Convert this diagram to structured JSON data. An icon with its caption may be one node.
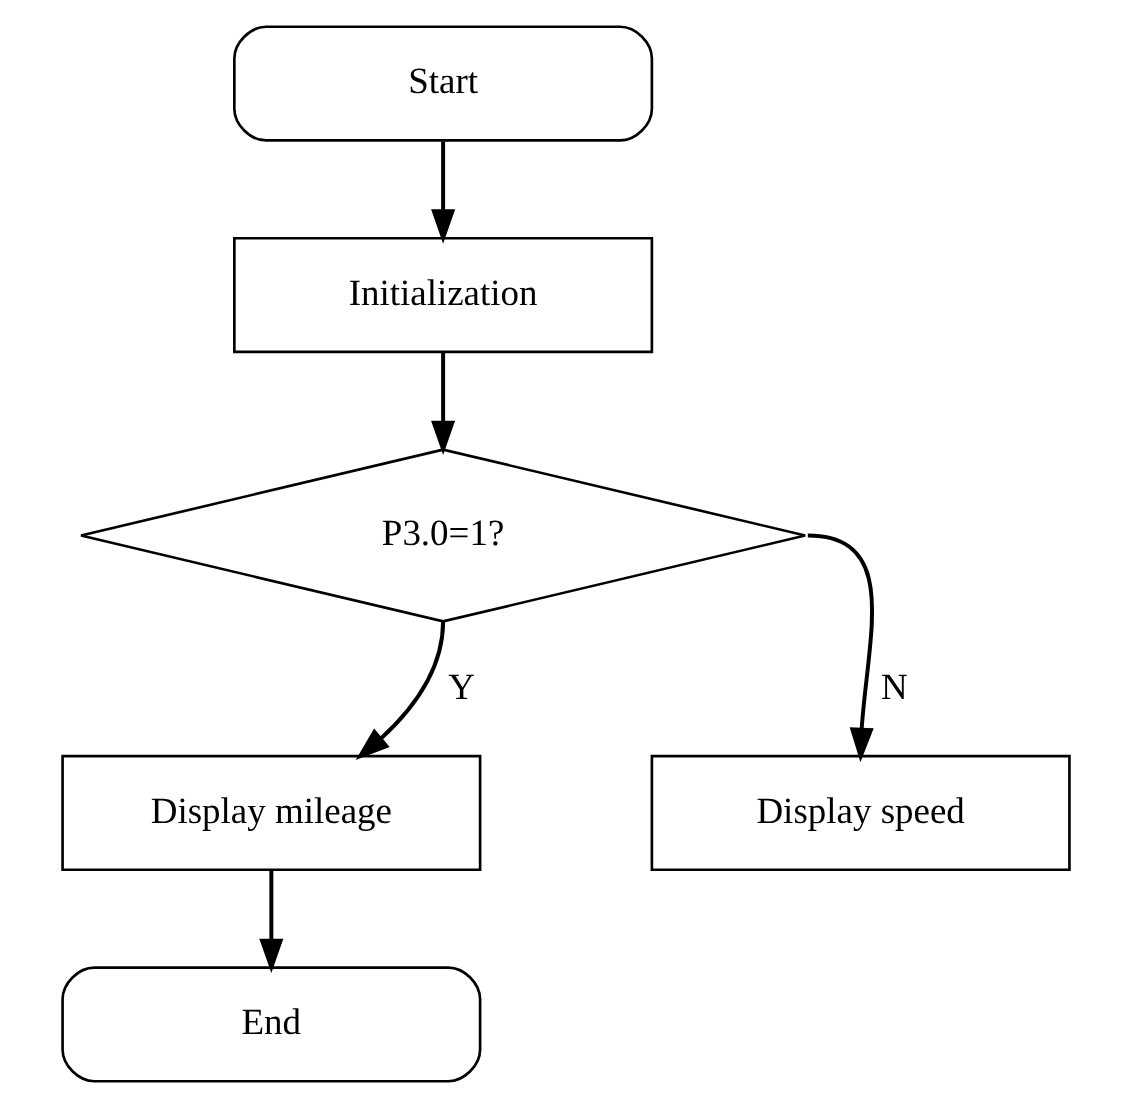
{
  "diagram": {
    "nodes": [
      {
        "text": [
          "Start"
        ]
      },
      {
        "text": [
          "Initialization"
        ]
      },
      {
        "text": [
          "P3.0=1?"
        ]
      },
      {
        "text": [
          "Display mileage"
        ]
      },
      {
        "text": [
          "Display speed"
        ]
      },
      {
        "text": [
          "End"
        ]
      }
    ],
    "edges": [
      {
        "from": 0,
        "to": 1,
        "arrow": "to"
      },
      {
        "from": 1,
        "to": 2,
        "arrow": "to"
      },
      {
        "from": 2,
        "to": 3,
        "arrow": "to",
        "label": "Y"
      },
      {
        "from": 2,
        "to": 4,
        "arrow": "to",
        "label": "N"
      },
      {
        "from": 3,
        "to": 5,
        "arrow": "to"
      }
    ]
  }
}
